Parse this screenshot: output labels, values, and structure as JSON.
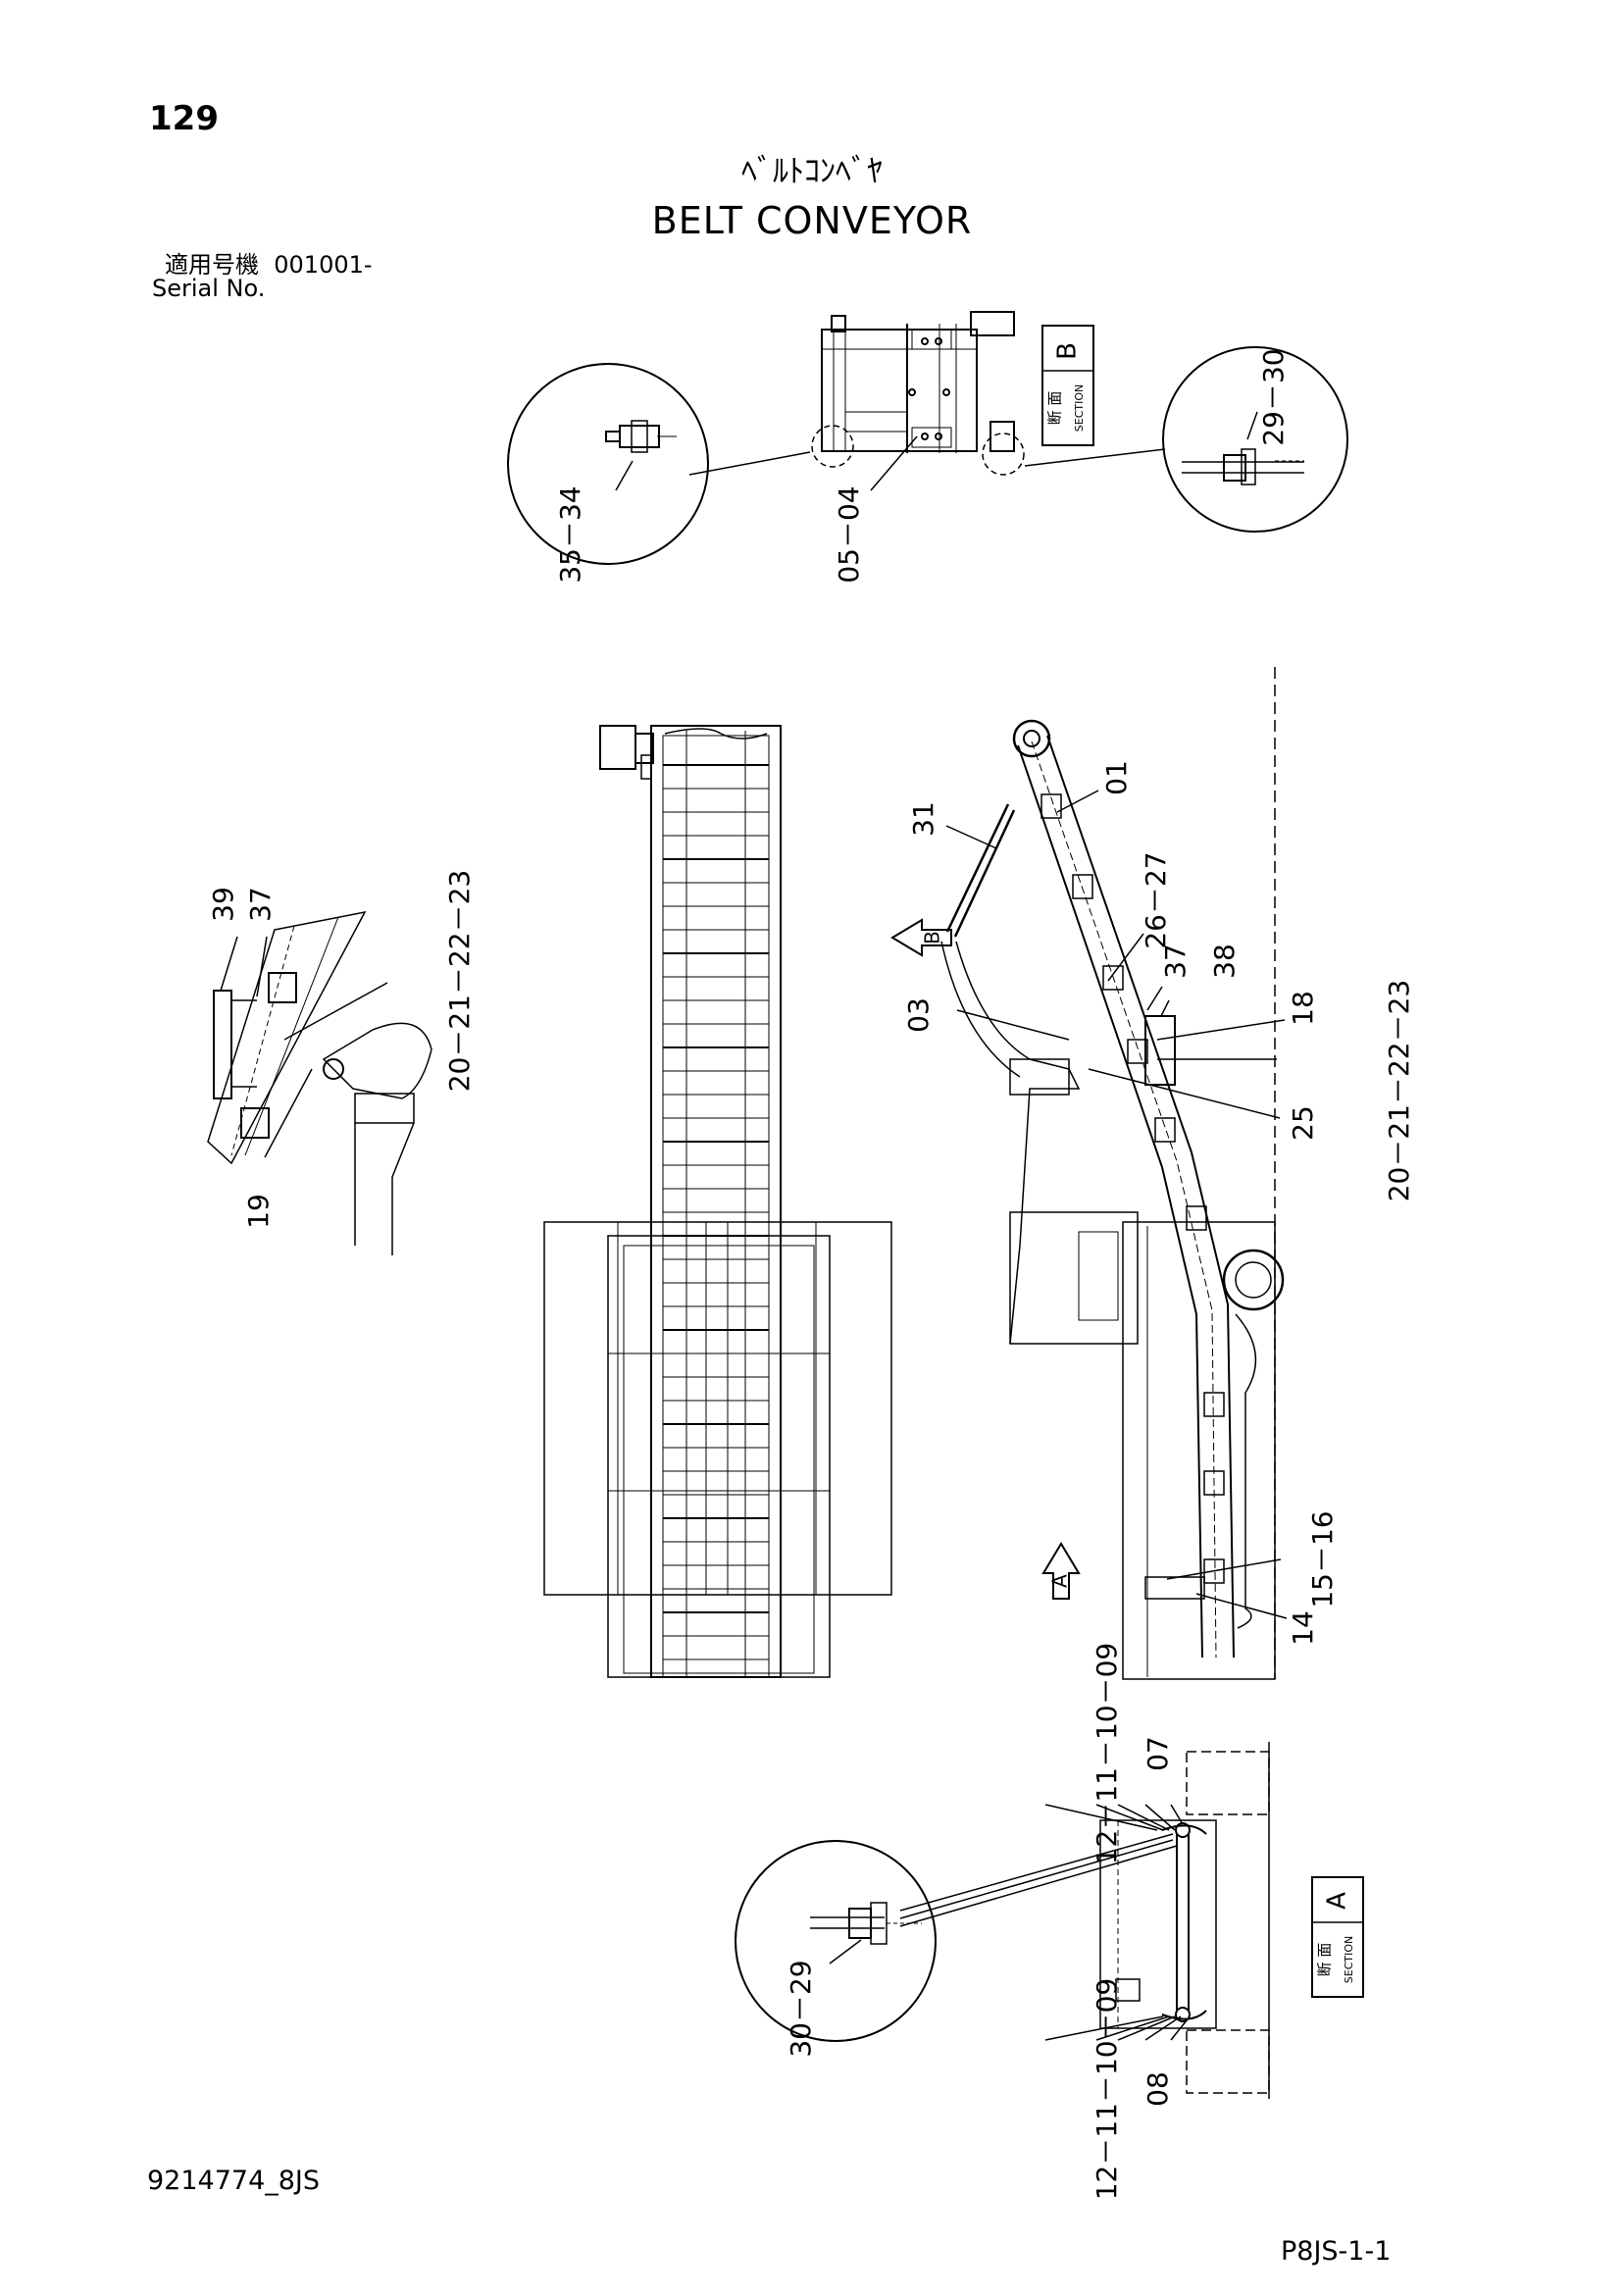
{
  "header": {
    "page_number": "129",
    "title_jp": "ﾍﾞﾙﾄｺﾝﾍﾞﾔ",
    "title_en": "BELT CONVEYOR",
    "serial_label_jp": "適用号機",
    "serial_value": "001001-",
    "serial_label_en": "Serial No."
  },
  "footer": {
    "drawing_number": "9214774_8JS",
    "page_code": "P8JS-1-1"
  },
  "sections": {
    "section_b": {
      "kanji": "断 面",
      "word": "SECTION",
      "letter": "B"
    },
    "section_a": {
      "kanji": "断 面",
      "word": "SECTION",
      "letter": "A"
    }
  },
  "view_arrows": {
    "arrow_b": "B",
    "arrow_a": "A"
  },
  "callouts": {
    "c35_34": "35－34",
    "c05_04": "05－04",
    "c29_30_top": "29－30",
    "c39": "39",
    "c37_left": "37",
    "c20_23_left": "20－21－22－23",
    "c19": "19",
    "c31": "31",
    "c01": "01",
    "c26_27": "26－27",
    "c37_right": "37",
    "c38": "38",
    "c03": "03",
    "c18": "18",
    "c20_23_right": "20－21－22－23",
    "c25": "25",
    "c15_16": "15－16",
    "c14": "14",
    "c12_09_top": "12－11－10－09",
    "c07": "07",
    "c30_29": "30－29",
    "c12_09_bottom": "12－11－10－09",
    "c08": "08"
  }
}
